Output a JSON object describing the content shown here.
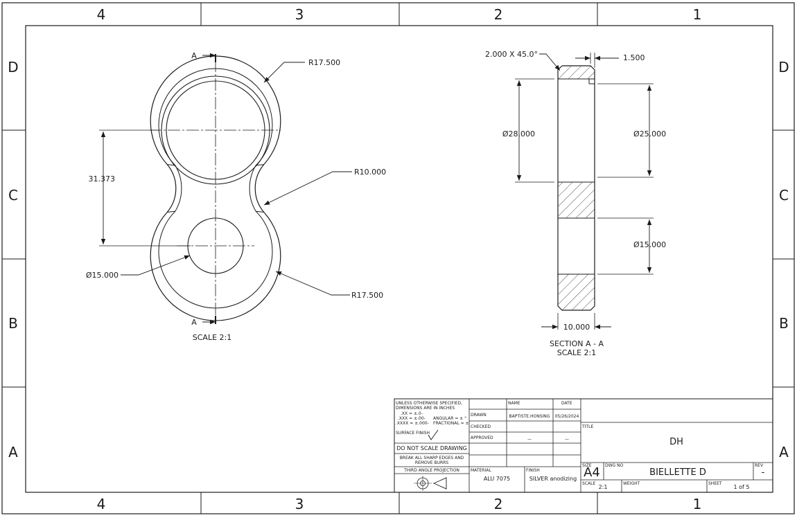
{
  "zones": {
    "columns": [
      "4",
      "3",
      "2",
      "1"
    ],
    "rows": [
      "D",
      "C",
      "B",
      "A"
    ]
  },
  "front_view": {
    "section_marker": "A",
    "dims": {
      "r_top": "R17.500",
      "r_mid": "R10.000",
      "r_bottom": "R17.500",
      "center_distance": "31.373",
      "hole_dia": "Ø15.000"
    },
    "scale_label": "SCALE 2:1"
  },
  "section_view": {
    "dims": {
      "chamfer": "2.000 X 45.0°",
      "top_width": "1.500",
      "outer_dia": "Ø28.000",
      "inner_dia": "Ø25.000",
      "hole_dia": "Ø15.000",
      "thickness": "10.000"
    },
    "title": "SECTION A - A",
    "scale_label": "SCALE 2:1"
  },
  "title_block": {
    "notes": {
      "line1": "UNLESS OTHERWISE SPECIFIED,",
      "line2": "DIMENSIONS ARE IN INCHES",
      "tol1": ".XX = ±.0-",
      "tol2": ".XXX = ±.00-",
      "tol3": ".XXXX = ±.000-",
      "angular": "ANGULAR = ± °",
      "fractional": "FRACTIONAL = ±",
      "surface_finish": "SURFACE FINISH",
      "do_not_scale": "DO NOT SCALE DRAWING",
      "break_edges_1": "BREAK ALL SHARP EDGES AND",
      "break_edges_2": "REMOVE BURRS",
      "projection": "THIRD ANGLE PROJECTION"
    },
    "headers": {
      "name": "NAME",
      "date": "DATE"
    },
    "rows": {
      "drawn": "DRAWN",
      "checked": "CHECKED",
      "approved": "APPROVED",
      "drawn_name": "BAPTISTE.HONSING",
      "drawn_date": "05/26/2024",
      "approved_name": "—",
      "approved_date": "—"
    },
    "material_label": "MATERIAL",
    "material": "ALU 7075",
    "finish_label": "FINISH",
    "finish": "SILVER anodizing",
    "title_label": "TITLE",
    "title": "DH",
    "size_label": "SIZE",
    "size": "A4",
    "dwg_no_label": "DWG NO",
    "dwg_no": "BIELLETTE D",
    "rev_label": "REV",
    "rev": "-",
    "scale_label": "SCALE",
    "scale": "2:1",
    "weight_label": "WEIGHT",
    "sheet_label": "SHEET",
    "sheet": "1 of 5"
  }
}
